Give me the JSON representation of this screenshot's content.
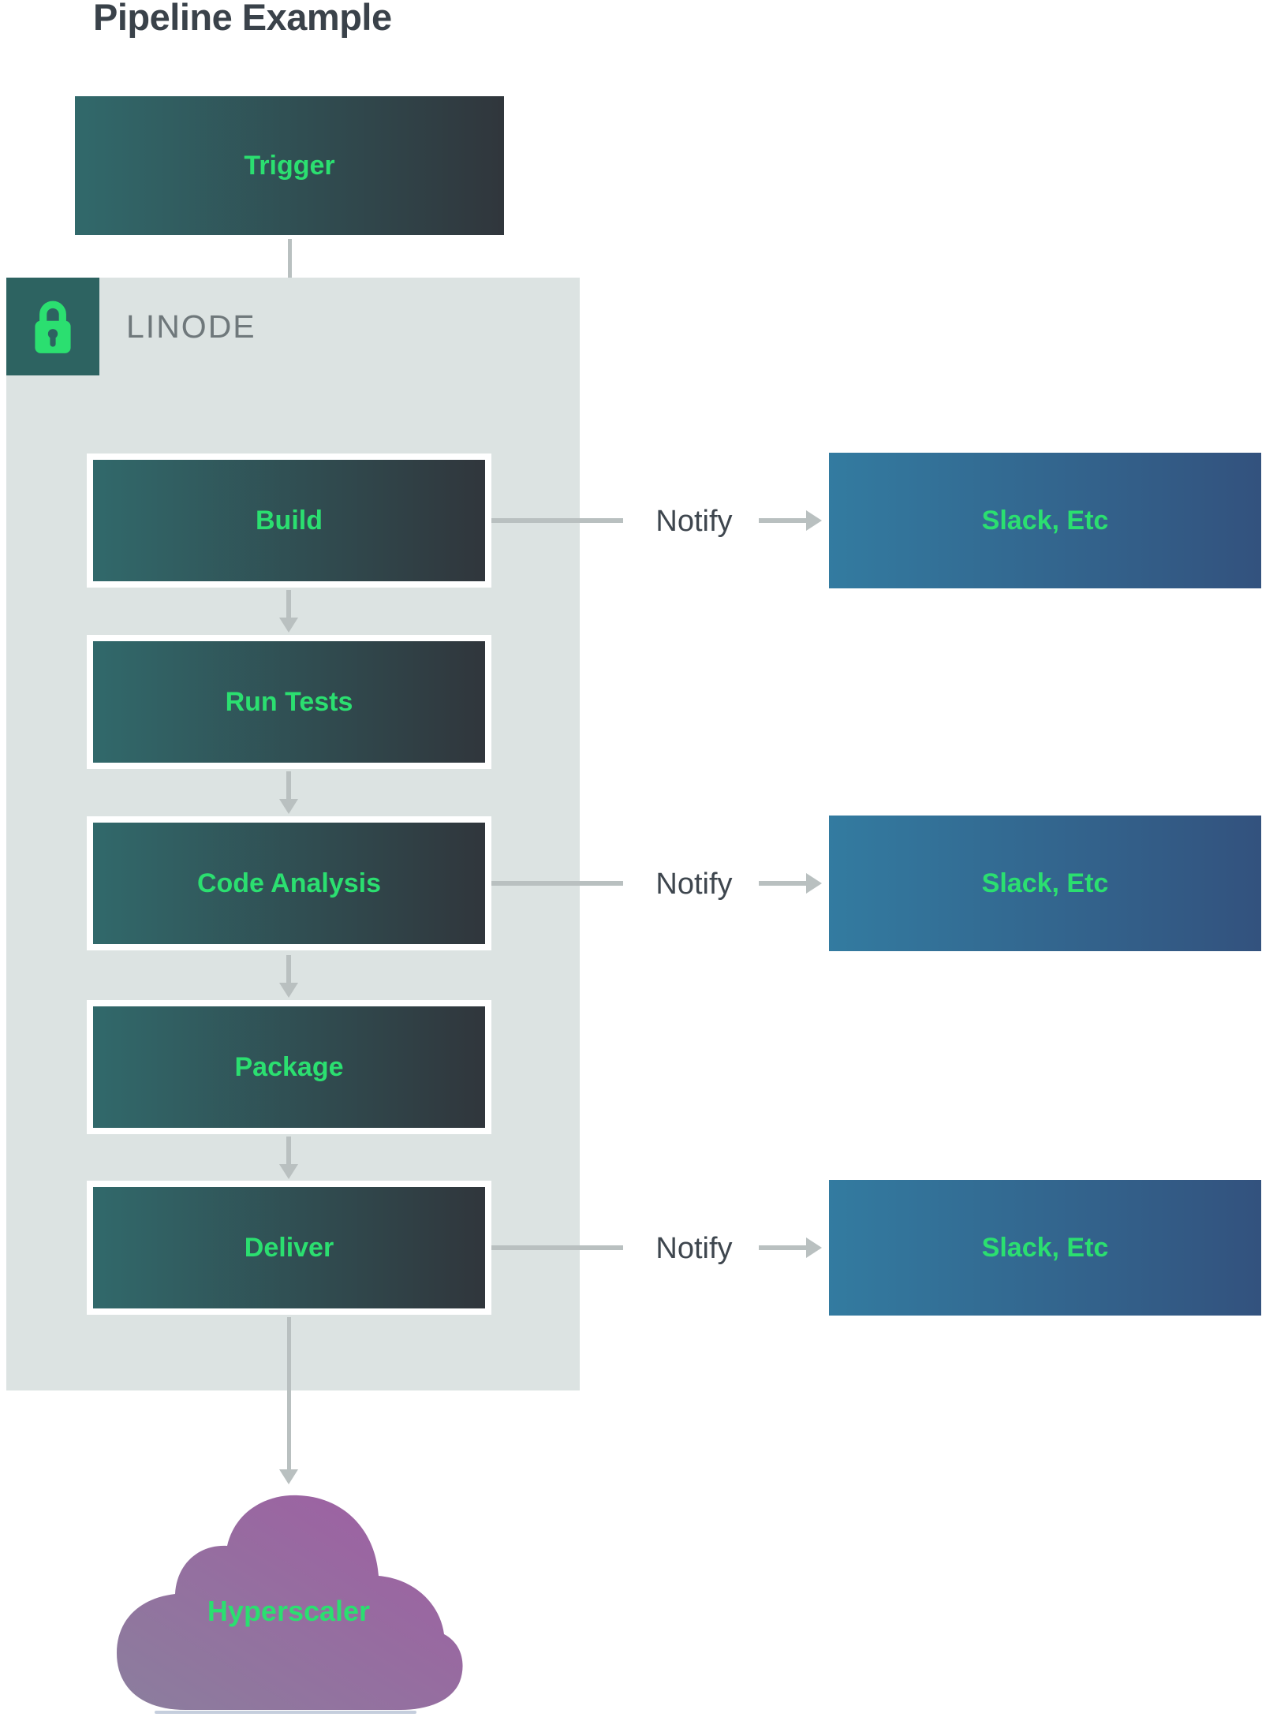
{
  "title": "Pipeline Example",
  "trigger": {
    "label": "Trigger"
  },
  "container": {
    "label": "LINODE",
    "icon": "lock-icon"
  },
  "stages": [
    {
      "label": "Build",
      "notify": true
    },
    {
      "label": "Run Tests",
      "notify": false
    },
    {
      "label": "Code Analysis",
      "notify": true
    },
    {
      "label": "Package",
      "notify": false
    },
    {
      "label": "Deliver",
      "notify": true
    }
  ],
  "notify_label": "Notify",
  "notifications": [
    {
      "label": "Slack, Etc"
    },
    {
      "label": "Slack, Etc"
    },
    {
      "label": "Slack, Etc"
    }
  ],
  "cloud": {
    "label": "Hyperscaler"
  },
  "colors": {
    "accent_green": "#2bdf70",
    "stage_gradient_left": "#31696b",
    "stage_gradient_right": "#30363c",
    "blue_gradient_left": "#337ba0",
    "blue_gradient_right": "#33527e",
    "container_bg": "#dce3e2",
    "lock_badge_bg": "#2d6361",
    "arrow_gray": "#b9c0c0",
    "title_text": "#3a424a",
    "linode_text": "#6f787b",
    "cloud_gradient_from": "#8b7e9d",
    "cloud_gradient_to": "#a05da3"
  }
}
